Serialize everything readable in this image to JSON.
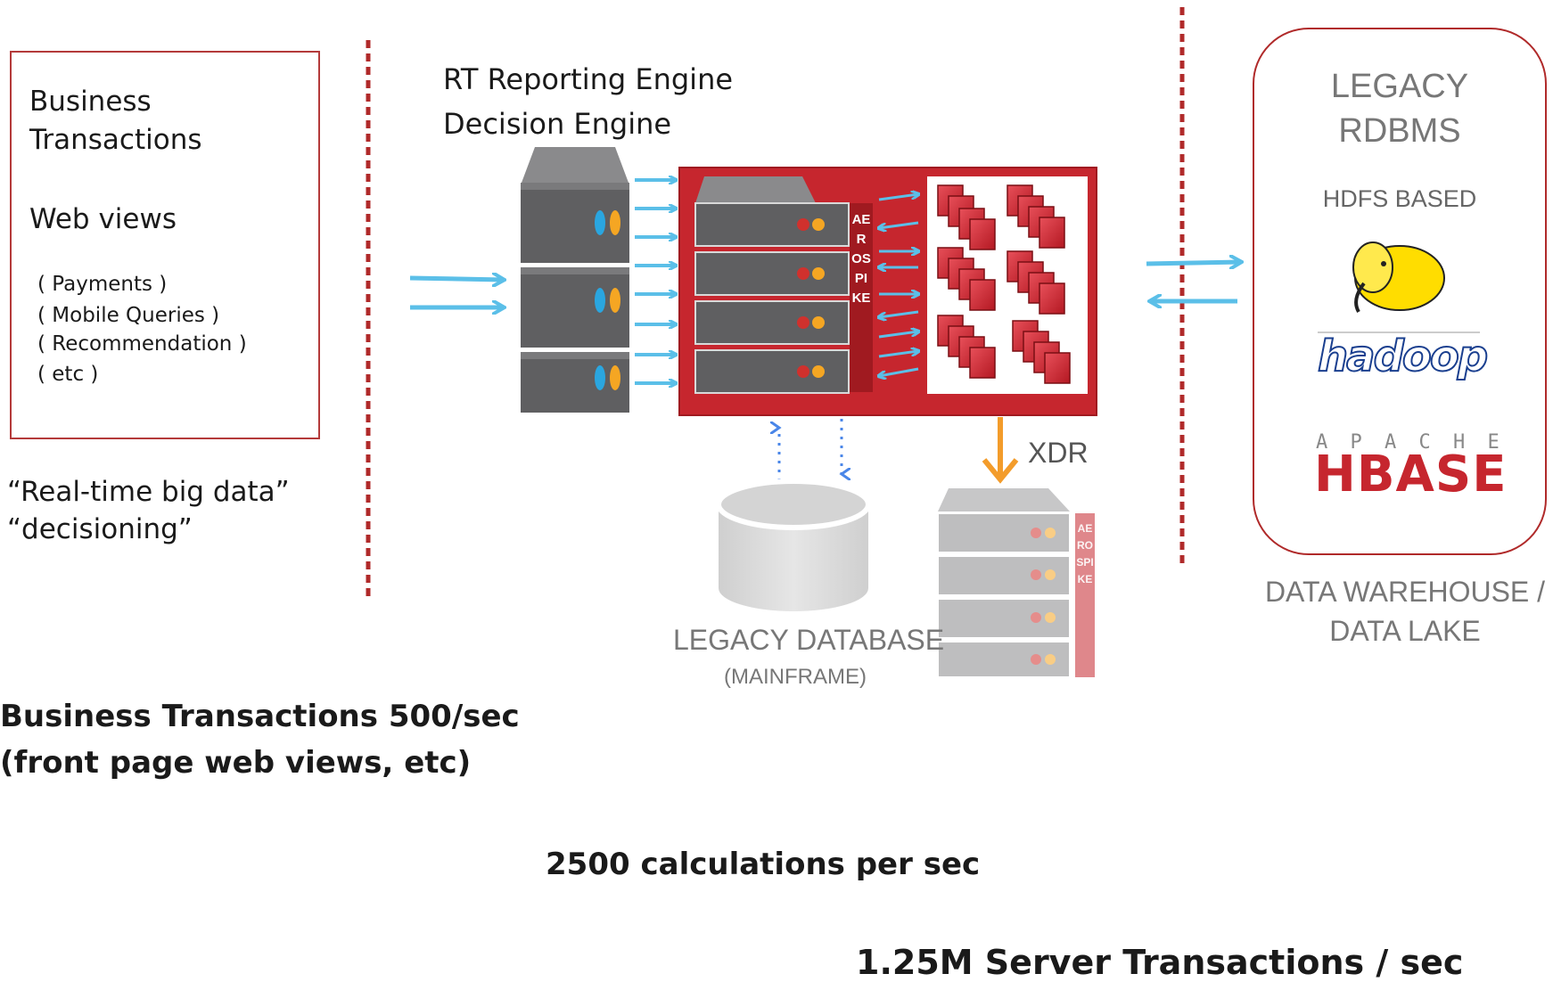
{
  "left_box": {
    "line1": "Business",
    "line2": "Transactions",
    "line3": "Web views",
    "items": [
      "( Payments )",
      "( Mobile Queries )",
      "( Recommendation )",
      "( etc )"
    ]
  },
  "quote": {
    "line1": "“Real-time big data”",
    "line2": "“decisioning”"
  },
  "engine": {
    "line1": "RT Reporting Engine",
    "line2": "Decision Engine"
  },
  "aerospike_label": "AEROSPIKE",
  "xdr_label": "XDR",
  "legacy_db": {
    "line1": "LEGACY DATABASE",
    "line2": "(MAINFRAME)"
  },
  "right_box": {
    "line1": "LEGACY",
    "line2": "RDBMS",
    "line3": "HDFS BASED",
    "hadoop": "hadoop",
    "apache": "A P A C H E",
    "hbase": "HBASE"
  },
  "warehouse": {
    "line1": "DATA WAREHOUSE /",
    "line2": "DATA LAKE"
  },
  "stats": {
    "business_line1": "Business Transactions 500/sec",
    "business_line2": "(front page web views, etc)",
    "calculations": "2500 calculations per sec",
    "server": "1.25M Server Transactions / sec"
  },
  "colors": {
    "accent_red": "#c6262e",
    "arrow_blue": "#5bbfe8",
    "xdr_orange": "#f39c2b",
    "divider_red": "#b02a2a",
    "server_gray": "#5f5f61"
  }
}
